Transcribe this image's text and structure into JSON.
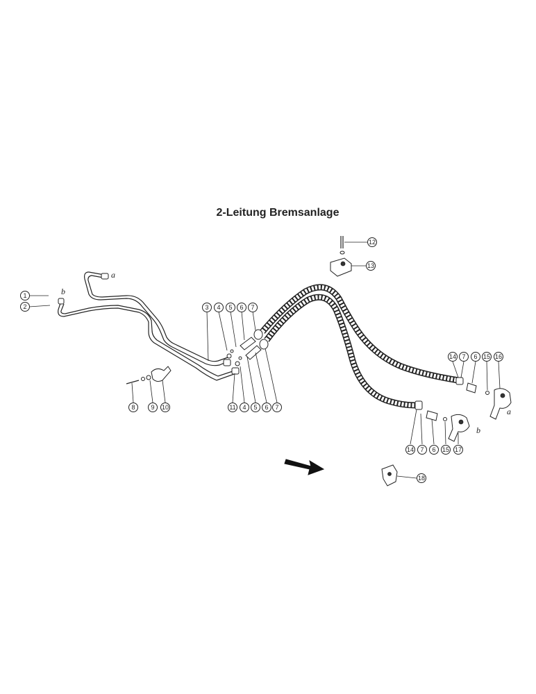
{
  "diagram": {
    "title": "2-Leitung Bremsanlage",
    "callouts": [
      "1",
      "2",
      "3",
      "4",
      "5",
      "6",
      "7",
      "8",
      "9",
      "10",
      "11",
      "12",
      "13",
      "14",
      "15",
      "16",
      "17",
      "18"
    ],
    "letters": {
      "a": "a",
      "b": "b"
    }
  }
}
